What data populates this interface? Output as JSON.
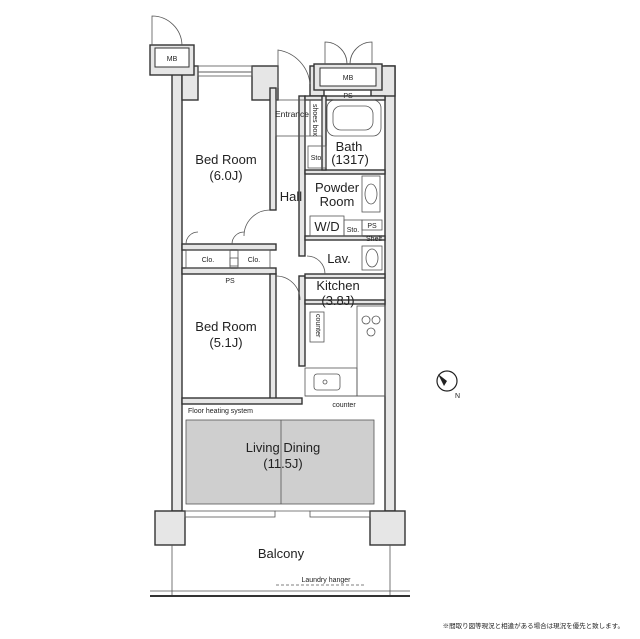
{
  "rooms": {
    "bedroom1": {
      "name": "Bed Room",
      "size": "(6.0J)"
    },
    "bedroom2": {
      "name": "Bed Room",
      "size": "(5.1J)"
    },
    "entrance": "Entrance",
    "shoes_box": "shoes box",
    "hall": "Hall",
    "bath": {
      "name": "Bath",
      "size": "(1317)"
    },
    "powder": {
      "line1": "Powder",
      "line2": "Room"
    },
    "wd": "W/D",
    "lav": "Lav.",
    "kitchen": {
      "name": "Kitchen",
      "size": "(3.8J)"
    },
    "living": {
      "name": "Living Dining",
      "size": "(11.5J)"
    },
    "balcony": "Balcony"
  },
  "labels": {
    "mb_left": "MB",
    "mb_right": "MB",
    "ps_top": "PS",
    "ps_clo": "PS",
    "ps_shelf": "PS",
    "sto_bath": "Sto.",
    "sto_wd": "Sto.",
    "shelf": "Shelf",
    "clo_left": "Clo.",
    "clo_right": "Clo.",
    "counter_small": "counter",
    "counter": "counter",
    "floor_heating": "Floor heating system",
    "laundry_hanger": "Laundry hanger",
    "compass_n": "N"
  },
  "footnote": "※間取り図等現況と相違がある場合は現況を優先と致します。"
}
